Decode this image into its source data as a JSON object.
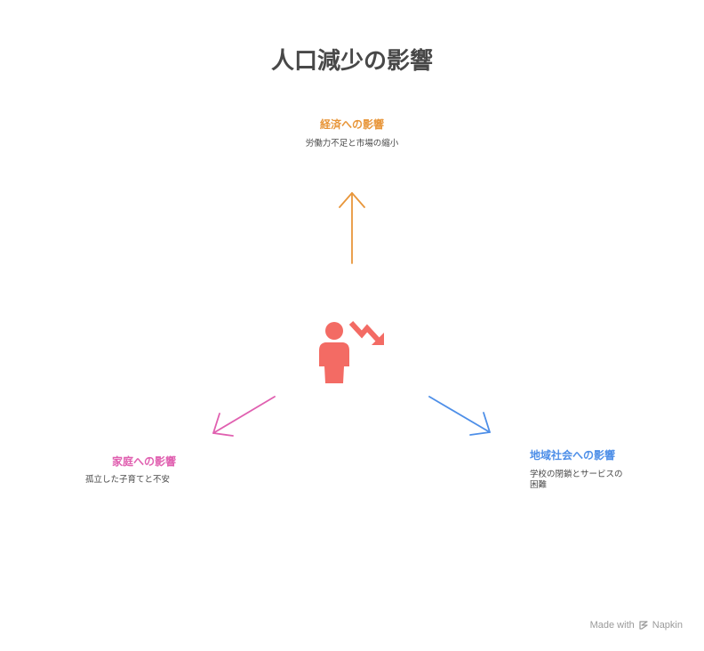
{
  "title": "人口減少の影響",
  "colors": {
    "economy": "#e8963a",
    "family": "#e060b0",
    "community": "#4e8fe8",
    "center": "#f36b64"
  },
  "center": {
    "icon": "person-decline-icon"
  },
  "nodes": {
    "economy": {
      "heading": "経済への影響",
      "description": "労働力不足と市場の縮小"
    },
    "family": {
      "heading": "家庭への影響",
      "description": "孤立した子育てと不安"
    },
    "community": {
      "heading": "地域社会への影響",
      "description": "学校の閉鎖とサービスの困難"
    }
  },
  "watermark": {
    "text": "Made with",
    "brand": "Napkin",
    "icon": "napkin-logo-icon"
  }
}
